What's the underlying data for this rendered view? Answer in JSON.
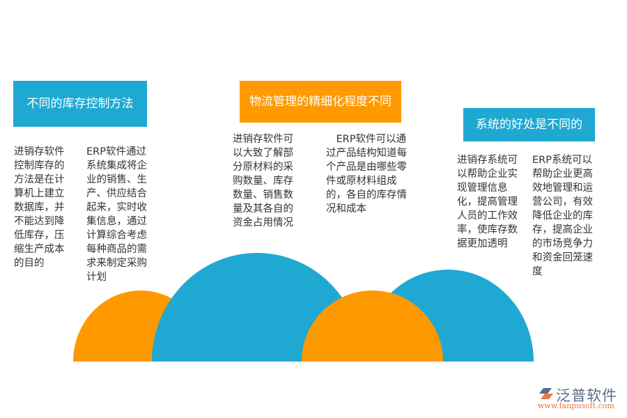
{
  "colors": {
    "blue": "#1fa9d2",
    "orange": "#ff9900",
    "text": "#333333"
  },
  "sections": [
    {
      "title": "不同的库存控制方法",
      "color": "blue",
      "left_text": "进销存软件控制库存的方法是在计算机上建立数据库，并不能达到降低库存，压缩生产成本的目的",
      "right_text": "ERP软件通过系统集成将企业的销售、生产、供应结合起来，实时收集信息，通过计算综合考虑每种商品的需求来制定采购计划"
    },
    {
      "title": "物流管理的精细化程度不同",
      "color": "orange",
      "left_text": "进销存软件可以大致了解部分原材料的采购数量、库存数量、销售数量及其各自的资金占用情况",
      "right_text": "　ERP软件可以通过产品结构知道每个产品是由哪些零件或原材料组成的，各自的库存情况和成本"
    },
    {
      "title": "系统的好处是不同的",
      "color": "blue",
      "left_text": "进销存系统可以帮助企业实现管理信息化，提高管理人员的工作效率，使库存数据更加透明",
      "right_text": "ERP系统可以帮助企业更高效地管理和运营公司，有效降低企业的库存，提高企业的市场竞争力和资金回笼速度"
    }
  ],
  "logo": {
    "icon": "fanpu-logo-icon",
    "name": "泛普软件",
    "url": "www.fanpusoft.com"
  }
}
